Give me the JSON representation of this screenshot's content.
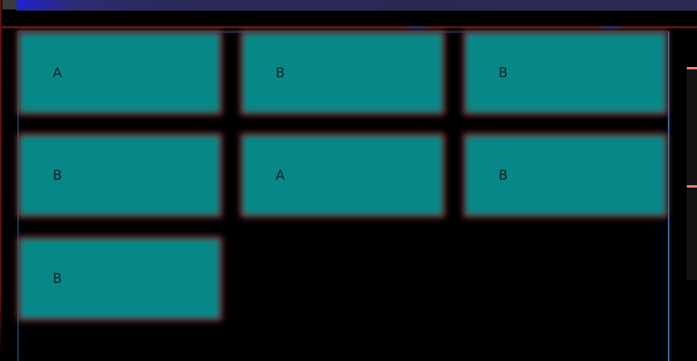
{
  "cards": [
    {
      "label": "A",
      "row": 1,
      "col": 1
    },
    {
      "label": "B",
      "row": 1,
      "col": 2
    },
    {
      "label": "B",
      "row": 1,
      "col": 3
    },
    {
      "label": "B",
      "row": 2,
      "col": 1
    },
    {
      "label": "A",
      "row": 2,
      "col": 2
    },
    {
      "label": "B",
      "row": 2,
      "col": 3
    },
    {
      "label": "B",
      "row": 3,
      "col": 1
    }
  ],
  "colors": {
    "background": "#000000",
    "card_fill": "#078888",
    "card_border": "#b02828",
    "card_text": "#062222",
    "topbar_gradient_start": "#1f22d0",
    "topbar_gradient_end": "#2d2a55",
    "topbar_chip": "#3b3b3b",
    "red_rule": "#521717",
    "rule_dash_blue": "#28286e",
    "left_edge_line": "#5c0d0d",
    "panel_border_left": "#16395f",
    "panel_border_right": "#2e6ba3",
    "panel_border_top": "#252247",
    "peek_background": "#131313",
    "peek_border": "#ef8175"
  }
}
